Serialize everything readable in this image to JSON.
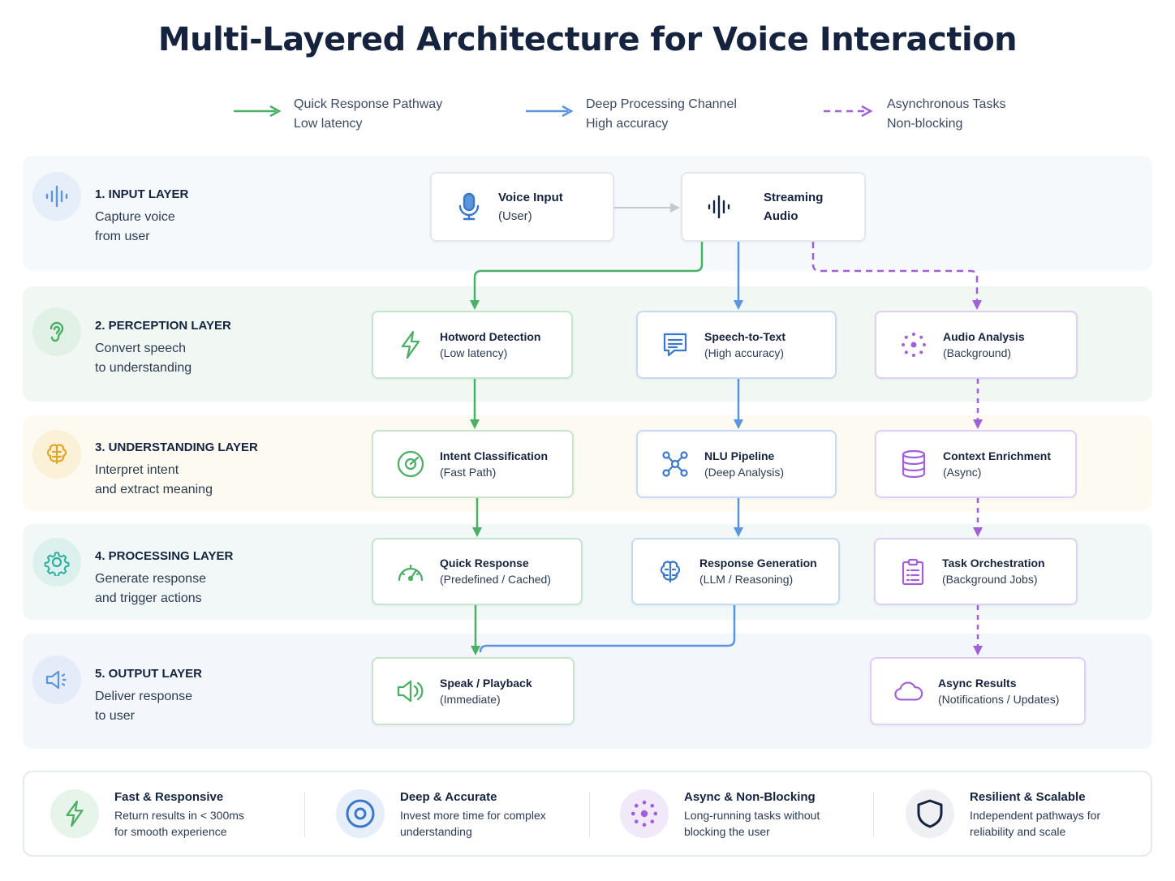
{
  "title": "Multi-Layered Architecture for Voice Interaction",
  "legend": [
    {
      "title": "Quick Response Pathway",
      "sub": "Low latency",
      "color": "#4caf67"
    },
    {
      "title": "Deep Processing Channel",
      "sub": "High accuracy",
      "color": "#5b95dd"
    },
    {
      "title": "Asynchronous Tasks",
      "sub": "Non-blocking",
      "color": "#a260d8"
    }
  ],
  "layers": [
    {
      "title": "1. INPUT LAYER",
      "desc": "Capture voice\nfrom user",
      "icon": "sound-wave-icon",
      "band": "#f6f9fc",
      "icon_bg": "#e6eef9",
      "icon_color": "#5b95dd"
    },
    {
      "title": "2. PERCEPTION LAYER",
      "desc": "Convert speech\nto understanding",
      "icon": "ear-icon",
      "band": "#f1f8f3",
      "icon_bg": "#e1f1e5",
      "icon_color": "#4caf67"
    },
    {
      "title": "3. UNDERSTANDING LAYER",
      "desc": "Interpret intent\nand extract meaning",
      "icon": "brain-icon",
      "band": "#fdfbf1",
      "icon_bg": "#fbf1d8",
      "icon_color": "#e0a628"
    },
    {
      "title": "4. PROCESSING LAYER",
      "desc": "Generate response\nand trigger actions",
      "icon": "gear-icon",
      "band": "#f1f8f7",
      "icon_bg": "#dcf1ee",
      "icon_color": "#2fae9c"
    },
    {
      "title": "5. OUTPUT LAYER",
      "desc": "Deliver response\nto user",
      "icon": "speaker-icon",
      "band": "#f3f7fc",
      "icon_bg": "#e3ecf8",
      "icon_color": "#5b95dd"
    }
  ],
  "nodes": {
    "voice_input": {
      "title": "Voice Input",
      "sub": "(User)",
      "icon": "microphone-icon"
    },
    "streaming_audio": {
      "title": "Streaming",
      "sub": "Audio",
      "icon": "sound-wave-icon"
    },
    "hotword": {
      "title": "Hotword Detection",
      "sub": "(Low latency)",
      "icon": "lightning-icon"
    },
    "stt": {
      "title": "Speech-to-Text",
      "sub": "(High accuracy)",
      "icon": "document-icon"
    },
    "audio_analysis": {
      "title": "Audio Analysis",
      "sub": "(Background)",
      "icon": "dotted-circle-icon"
    },
    "intent": {
      "title": "Intent Classification",
      "sub": "(Fast Path)",
      "icon": "target-icon"
    },
    "nlu": {
      "title": "NLU Pipeline",
      "sub": "(Deep Analysis)",
      "icon": "network-icon"
    },
    "context": {
      "title": "Context Enrichment",
      "sub": "(Async)",
      "icon": "database-icon"
    },
    "quick_response": {
      "title": "Quick Response",
      "sub": "(Predefined / Cached)",
      "icon": "gauge-icon"
    },
    "response_gen": {
      "title": "Response Generation",
      "sub": "(LLM / Reasoning)",
      "icon": "brain-icon"
    },
    "task_orch": {
      "title": "Task Orchestration",
      "sub": "(Background Jobs)",
      "icon": "clipboard-icon"
    },
    "speak": {
      "title": "Speak / Playback",
      "sub": "(Immediate)",
      "icon": "speaker-icon"
    },
    "async_results": {
      "title": "Async Results",
      "sub": "(Notifications / Updates)",
      "icon": "cloud-icon"
    }
  },
  "features": [
    {
      "title": "Fast & Responsive",
      "desc": "Return results in < 300ms\nfor smooth experience",
      "icon": "lightning-icon",
      "icon_bg": "#e6f4ea",
      "icon_color": "#4caf67"
    },
    {
      "title": "Deep & Accurate",
      "desc": "Invest more time for complex\nunderstanding",
      "icon": "target-icon",
      "icon_bg": "#e6eef9",
      "icon_color": "#3a78cc"
    },
    {
      "title": "Async & Non-Blocking",
      "desc": "Long-running tasks without\nblocking the user",
      "icon": "dotted-circle-icon",
      "icon_bg": "#f1e8fa",
      "icon_color": "#a260d8"
    },
    {
      "title": "Resilient & Scalable",
      "desc": "Independent pathways for\nreliability and scale",
      "icon": "shield-icon",
      "icon_bg": "#eef0f3",
      "icon_color": "#1b2740"
    }
  ]
}
